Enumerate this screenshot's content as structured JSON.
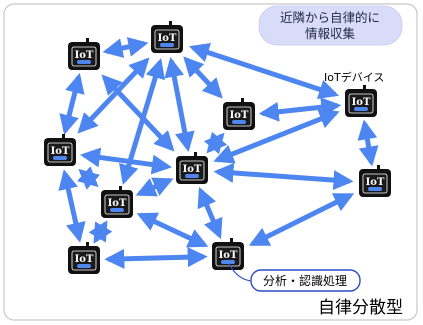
{
  "callout": {
    "line1": "近隣から自律的に",
    "line2": "情報収集"
  },
  "device_type_label": "IoTデバイス",
  "device_icon_text": "IoT",
  "analysis_label": "分析・認識処理",
  "caption": "自律分散型",
  "colors": {
    "frame_border": "#c8c8c8",
    "callout_fill": "#d9dcf8",
    "arrow": "#4d86f0",
    "device_body": "#111111",
    "analysis_border": "#2a4cc7"
  },
  "icons": {
    "device": "iot-device-icon",
    "arrow": "bidirectional-arrow-icon"
  }
}
